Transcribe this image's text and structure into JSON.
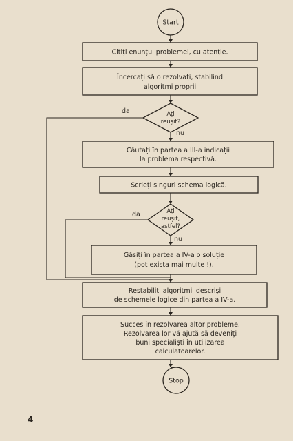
{
  "flowchart": {
    "start": "Start",
    "stop": "Stop",
    "step1": "Citiți enunțul problemei, cu atenție.",
    "step2": [
      "Încercați să o rezolvați, stabilind",
      "algoritmi proprii"
    ],
    "decision1": {
      "lines": [
        "Ați",
        "reușit?"
      ],
      "yes": "da",
      "no": "nu"
    },
    "step3": [
      "Căutați în partea a III-a indicații",
      "la problema respectivă."
    ],
    "step4": "Scrieți singuri schema logică.",
    "decision2": {
      "lines": [
        "Ați",
        "reușit,",
        "astfel?"
      ],
      "yes": "da",
      "no": "nu"
    },
    "step5": [
      "Găsiți în partea a IV-a o soluție",
      "(pot exista mai multe !)."
    ],
    "step6": [
      "Restabiliți algoritmii descriși",
      "de schemele logice din partea a IV-a."
    ],
    "step7": [
      "Succes în rezolvarea altor probleme.",
      "Rezolvarea lor vă ajută să deveniți",
      "buni specialiști în utilizarea",
      "calculatoarelor."
    ]
  },
  "page_number": "4"
}
